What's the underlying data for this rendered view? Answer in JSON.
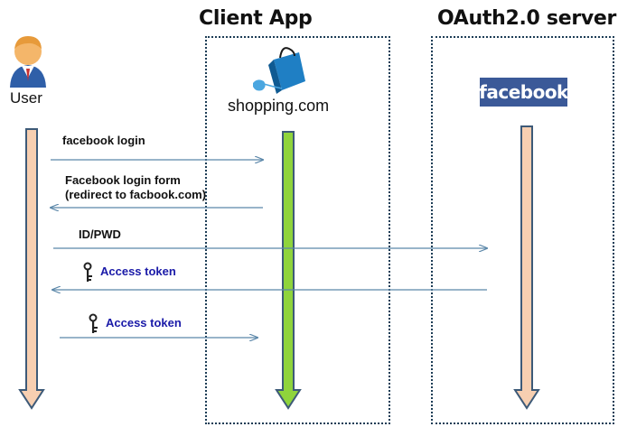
{
  "lanes": {
    "client_title": "Client App",
    "server_title": "OAuth2.0 server"
  },
  "actors": {
    "user_label": "User",
    "client_site": "shopping.com",
    "server_logo": "facebook"
  },
  "messages": [
    {
      "text": "facebook login"
    },
    {
      "text_line1": "Facebook login form",
      "text_line2": "(redirect to facbook.com)"
    },
    {
      "text": "ID/PWD"
    },
    {
      "text": "Access token"
    },
    {
      "text": "Access token"
    }
  ],
  "colors": {
    "user_lifeline": "#f7cfb1",
    "client_lifeline": "#8fd43c",
    "server_lifeline": "#f7cfb1",
    "lifeline_border": "#3d5a78",
    "arrow": "#5b87a9",
    "access_token_text": "#1a1aa8",
    "facebook_blue": "#3b5998"
  }
}
